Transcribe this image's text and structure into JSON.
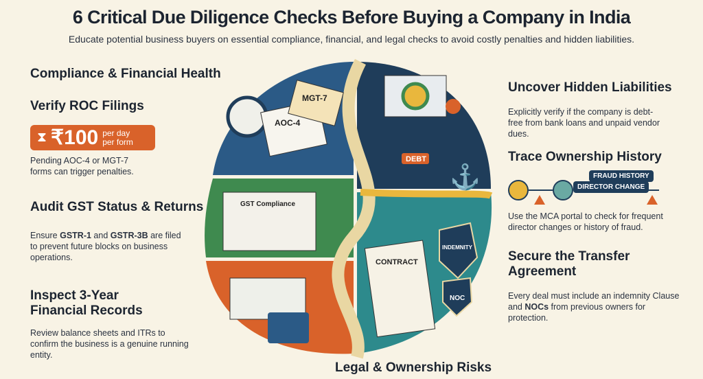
{
  "title": "6 Critical Due Diligence Checks Before Buying a Company in India",
  "subtitle": "Educate potential business buyers on essential compliance, financial, and legal checks to avoid costly penalties and hidden liabilities.",
  "left": {
    "section": "Compliance & Financial Health",
    "roc": {
      "heading": "Verify ROC Filings",
      "amount": "₹100",
      "unit1": "per day",
      "unit2": "per form",
      "text": "Pending AOC-4 or MGT-7 forms can trigger penalties."
    },
    "gst": {
      "heading": "Audit GST Status & Returns",
      "pre": "Ensure ",
      "b1": "GSTR-1",
      "mid": " and ",
      "b2": "GSTR-3B",
      "post": " are filed to prevent future blocks on business operations."
    },
    "fin": {
      "heading": "Inspect 3-Year Financial Records",
      "text": "Review balance sheets and ITRs to confirm the business is a genuine running entity."
    }
  },
  "right": {
    "liab": {
      "heading": "Uncover Hidden Liabilities",
      "text": "Explicitly verify if the company is debt-free from bank loans and unpaid vendor dues."
    },
    "own": {
      "heading": "Trace Ownership History",
      "pill1": "DIRECTOR CHANGE",
      "pill2": "FRAUD HISTORY",
      "text": "Use the MCA portal to check for frequent director changes or history of fraud."
    },
    "transfer": {
      "heading": "Secure the Transfer Agreement",
      "pre": "Every deal must include an indemnity Clause and ",
      "b": "NOCs",
      "post": " from previous owners for protection."
    }
  },
  "bottom_section": "Legal & Ownership Risks",
  "illustration": {
    "form1": "MGT-7",
    "form2": "AOC-4",
    "gst_screen": "GST Compliance",
    "debt_tag": "DEBT",
    "contract": "CONTRACT",
    "shield1": "INDEMNITY",
    "shield2": "NOC"
  },
  "colors": {
    "navy": "#1f3d5a",
    "blue": "#2b5a86",
    "green": "#3f8a4f",
    "orange": "#d9622a",
    "teal": "#2d8a8c",
    "yellow": "#e9b73d",
    "bg": "#f8f3e5"
  }
}
